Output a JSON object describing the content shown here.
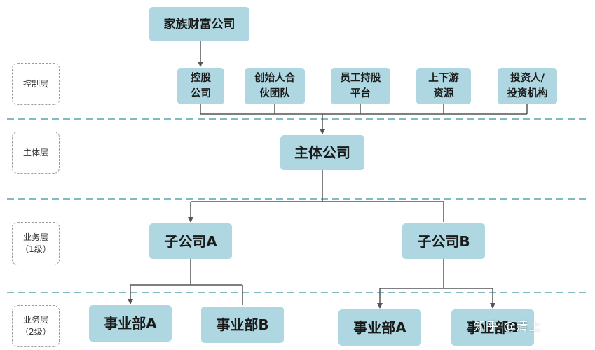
{
  "layers": {
    "control": "控制层",
    "entity": "主体层",
    "business1": "业务层\n（1级）",
    "business2": "业务层\n（2级）"
  },
  "nodes": {
    "family_wealth": "家族财富公司",
    "holding": "控股\n公司",
    "founders": "创始人合\n伙团队",
    "esop": "员工持股\n平台",
    "supply_chain": "上下游\n资源",
    "investors": "投资人/\n投资机构",
    "main_entity": "主体公司",
    "sub_a": "子公司A",
    "sub_b": "子公司B",
    "div_a1": "事业部A",
    "div_b1": "事业部B",
    "div_a2": "事业部A",
    "div_b2": "事业部B"
  },
  "watermark": "知乎 @清上",
  "colors": {
    "box_fill": "#aed7e1",
    "divider": "#5aa3ae",
    "connector": "#555555"
  }
}
